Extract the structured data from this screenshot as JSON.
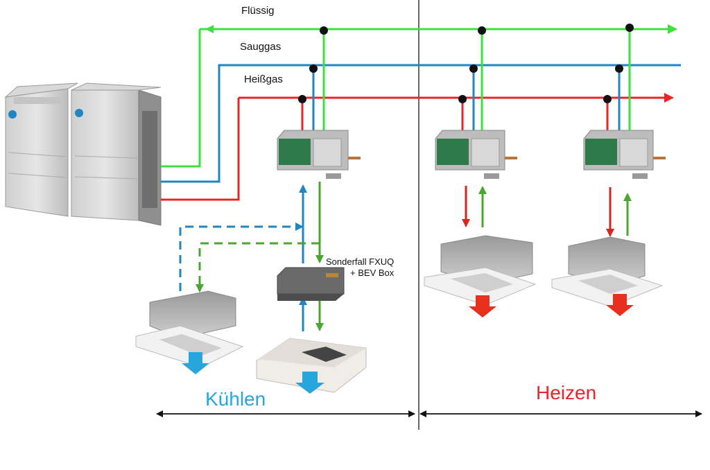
{
  "lines": {
    "liquid": "Flüssig",
    "suction_gas": "Sauggas",
    "hot_gas": "Heißgas"
  },
  "special_case": {
    "line1": "Sonderfall FXUQ",
    "line2": "+ BEV Box"
  },
  "zones": {
    "cooling": "Kühlen",
    "heating": "Heizen"
  },
  "colors": {
    "liquid": "#39e33a",
    "suction_gas": "#1f86c0",
    "hot_gas": "#e8252a",
    "cooling_text": "#27a5dd",
    "heating_text": "#e8252a",
    "cool_flow": "#27a5dd",
    "heat_flow": "#e8301f",
    "refrigerant_green": "#4aa531"
  }
}
